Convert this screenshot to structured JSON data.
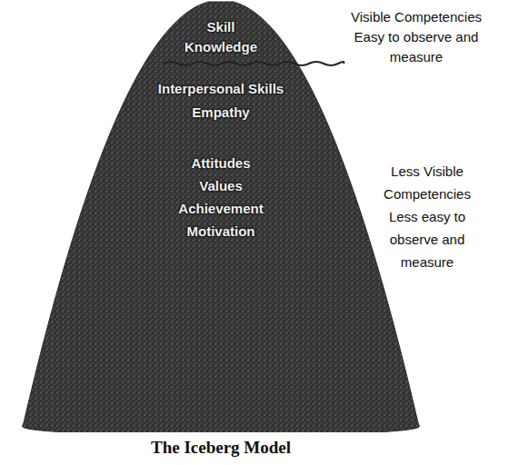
{
  "diagram": {
    "caption": "The Iceberg Model",
    "nodes": [
      {
        "text": [
          "Skill",
          "Knowledge",
          "Interpersonal Skills",
          "Empathy",
          "Attitudes",
          "Values",
          "Achievement",
          "Motivation"
        ]
      }
    ],
    "labels": [
      "Visible Competencies Easy to observe and measure",
      "Less Visible Competencies Less easy to observe and measure"
    ]
  }
}
